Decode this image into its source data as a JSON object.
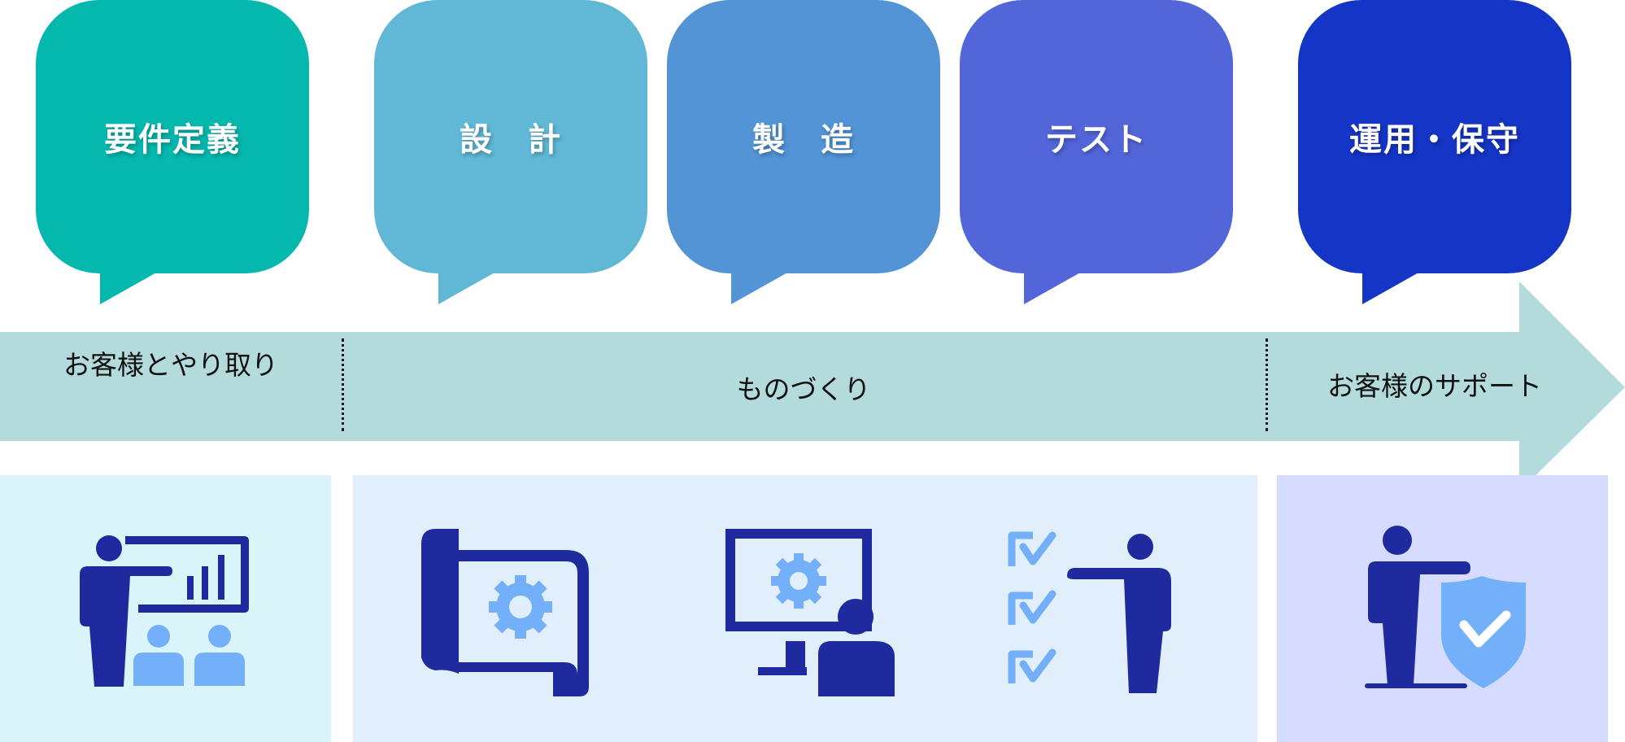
{
  "phases": [
    {
      "label": "要件定義",
      "color": "#05b8ae"
    },
    {
      "label": "設　計",
      "color": "#60b8d6"
    },
    {
      "label": "製　造",
      "color": "#5294d6"
    },
    {
      "label": "テスト",
      "color": "#5366d9"
    },
    {
      "label": "運用・保守",
      "color": "#1535c6"
    }
  ],
  "band": {
    "color": "#b3dbdb",
    "segments": [
      "お客様とやり取り",
      "ものづくり",
      "お客様のサポート"
    ]
  },
  "panels": {
    "colors": [
      "#d9f5fa",
      "#e0effb",
      "#d5dcff"
    ]
  },
  "icon_colors": {
    "dark": "#1e2a9d",
    "light": "#73b0f9"
  },
  "icons": [
    "presentation-icon",
    "blueprint-gear-icon",
    "computer-engineer-icon",
    "checklist-person-icon",
    "support-shield-icon"
  ]
}
